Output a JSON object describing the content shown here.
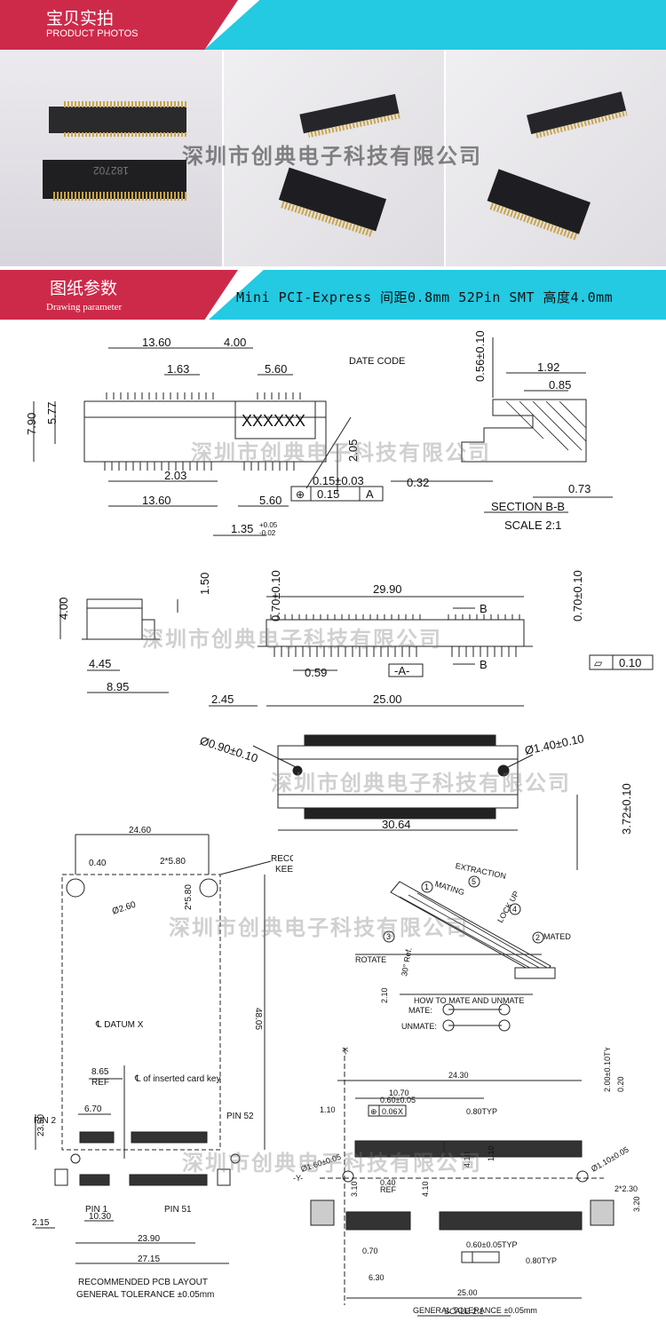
{
  "header1": {
    "title_cn": "宝贝实拍",
    "title_en": "PRODUCT PHOTOS"
  },
  "header2": {
    "title_cn": "图纸参数",
    "title_en": "Drawing parameter",
    "spec": "Mini PCI-Express 间距0.8mm 52Pin SMT 高度4.0mm"
  },
  "watermark": "深圳市创典电子科技有限公司",
  "photo_marking": "182702",
  "top_view": {
    "d1": "13.60",
    "d2": "4.00",
    "d3": "1.63",
    "d4": "5.60",
    "date_code": "DATE CODE",
    "marking": "XXXXXX",
    "h1": "7.90",
    "h2": "5.77",
    "h3": "2.05",
    "d5": "2.03",
    "d6": "13.60",
    "d7": "5.60",
    "tol1": "0.15±0.03",
    "pos_tol": "0.15",
    "datum": "A",
    "pitch": "1.35",
    "pitch_up": "+0.05",
    "pitch_dn": "-0.02"
  },
  "section": {
    "d1": "0.56±0.10",
    "d2": "1.92",
    "d3": "0.85",
    "d4": "0.32",
    "d5": "0.73",
    "title": "SECTION B-B",
    "scale": "SCALE 2:1"
  },
  "side_view": {
    "h1": "4.00",
    "h2": "1.50",
    "w1": "4.45",
    "w2": "8.95"
  },
  "front_view": {
    "h1": "0.70±0.10",
    "h2": "0.70±0.10",
    "w1": "29.90",
    "b1": "B",
    "b2": "B",
    "pitch": "0.59",
    "datum": "-A-",
    "flat": "0.10",
    "w2": "2.45",
    "w3": "25.00"
  },
  "bottom_view": {
    "d1": "Ø0.90±0.10",
    "d2": "Ø1.40±0.10",
    "w": "30.64",
    "h": "3.72±0.10"
  },
  "pcb": {
    "w1": "24.60",
    "d1": "0.40",
    "d2": "2*5.80",
    "d3": "Ø2.60",
    "d4": "2*5.80",
    "keepout1": "RECOMMEND CARD",
    "keepout2": "KEEP OUT ZONE",
    "h": "48.05",
    "datum": "℄ DATUM X",
    "ref1": "8.65",
    "ref1b": "REF",
    "card_key": "℄ of inserted card key",
    "d5": "6.70",
    "pin2": "PIN 2",
    "pin52": "PIN 52",
    "pin1": "PIN 1",
    "pin51": "PIN 51",
    "h2": "23.50",
    "d6": "2.15",
    "d7": "10.30",
    "d8": "23.90",
    "d9": "27.15",
    "title": "RECOMMENDED PCB LAYOUT",
    "tol": "GENERAL TOLERANCE ±0.05mm"
  },
  "mate": {
    "extraction": "EXTRACTION",
    "mating": "MATING",
    "lock": "LOCK UP",
    "mated": "MATED",
    "rotate": "ROTATE",
    "angle": "30° Ref.",
    "h": "2.10",
    "title": "HOW TO MATE AND UNMATE",
    "mate": "MATE:",
    "unmate": "UNMATE:",
    "n1": "1",
    "n2": "2",
    "n3": "3",
    "n4": "4",
    "n5": "5"
  },
  "footprint": {
    "w1": "24.30",
    "w2": "10.70",
    "d1": "1.10",
    "d2": "0.60±0.05",
    "d3": "0.06",
    "d4": "X",
    "d5": "0.80TYP",
    "d6": "2.00±0.10TYP",
    "d7": "0.20",
    "y": "-Y-",
    "d8": "Ø1.60±0.05",
    "d9": "0.40",
    "d9b": "REF",
    "d10": "4.10",
    "d11": "1.10",
    "d12": "Ø1.10±0.05",
    "d13": "2*2.30",
    "d14": "3.10",
    "d15": "4.10",
    "d16": "3.20",
    "d17": "0.60±0.05TYP",
    "d18": "0.80TYP",
    "d19": "0.70",
    "d20": "6.30",
    "w3": "25.00",
    "scale": "SCALE 2:1",
    "tol": "GENERAL TOLERANCE ±0.05mm",
    "vmark": "-X-"
  }
}
